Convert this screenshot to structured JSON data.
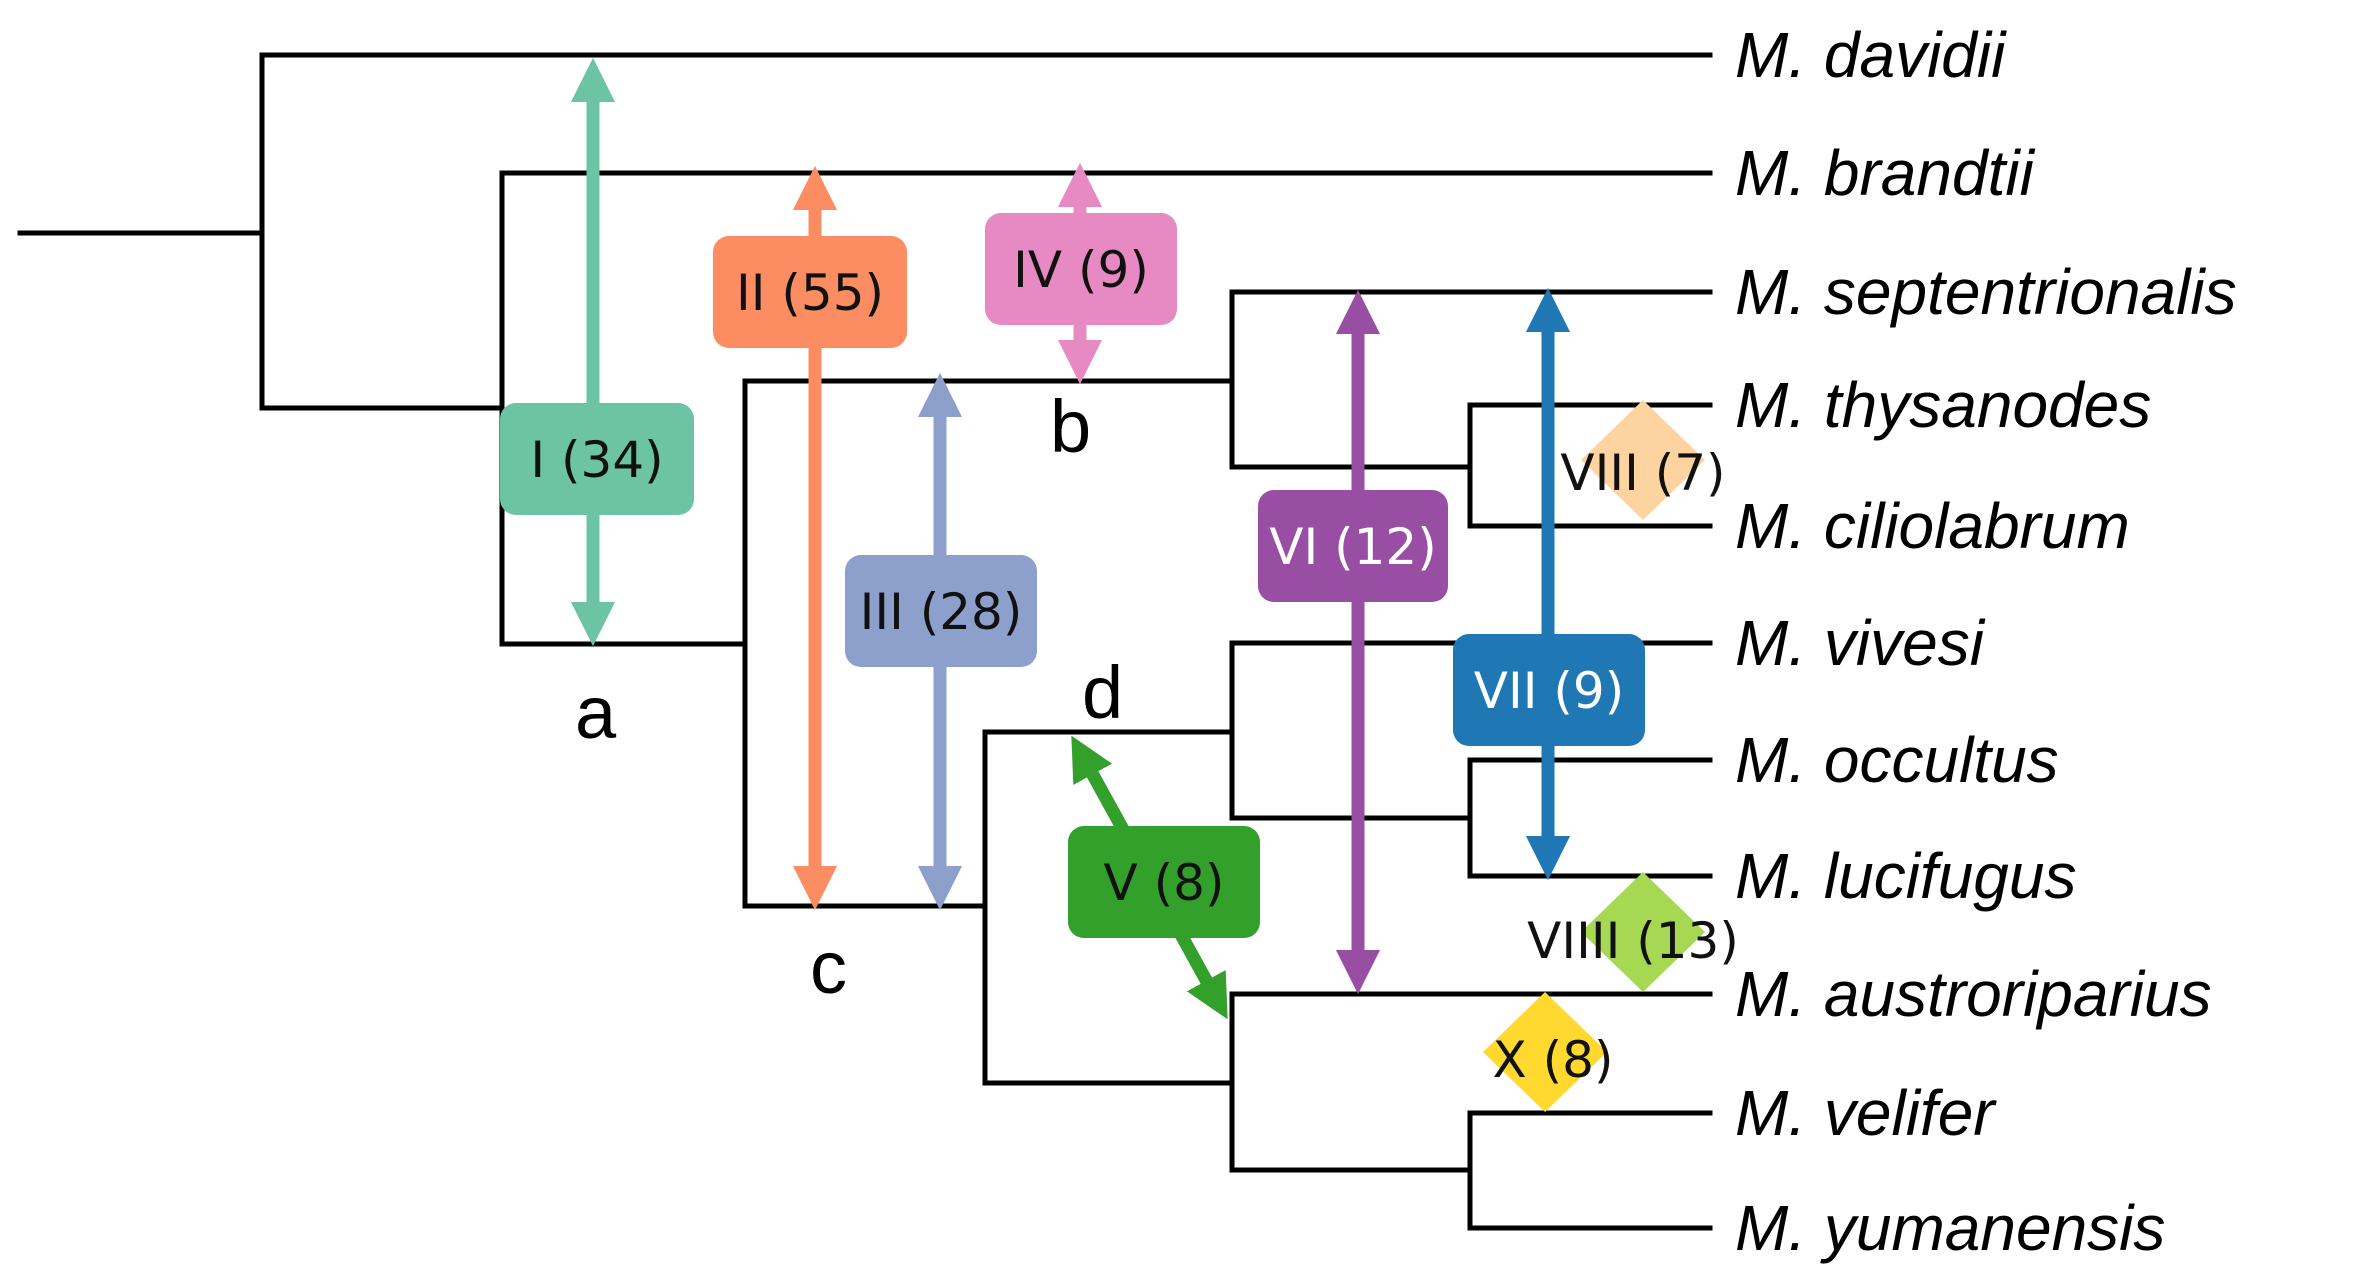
{
  "taxa": [
    "M. davidii",
    "M. brandtii",
    "M. septentrionalis",
    "M. thysanodes",
    "M. ciliolabrum",
    "M. vivesi",
    "M. occultus",
    "M. lucifugus",
    "M. austroriparius",
    "M. velifer",
    "M. yumanensis"
  ],
  "nodes": [
    "a",
    "b",
    "c",
    "d"
  ],
  "events": [
    {
      "label": "I (34)",
      "color": "#6cc4a4"
    },
    {
      "label": "II (55)",
      "color": "#fc8d62"
    },
    {
      "label": "III (28)",
      "color": "#8da0cb"
    },
    {
      "label": "IV (9)",
      "color": "#e78ac3"
    },
    {
      "label": "V (8)",
      "color": "#33a02c"
    },
    {
      "label": "VI (12)",
      "color": "#984ea3"
    },
    {
      "label": "VII (9)",
      "color": "#1f78b4"
    },
    {
      "label": "VIII (7)",
      "color": "#fdd4a0"
    },
    {
      "label": "VIIII (13)",
      "color": "#a6d854"
    },
    {
      "label": "X (8)",
      "color": "#ffd92f"
    }
  ]
}
